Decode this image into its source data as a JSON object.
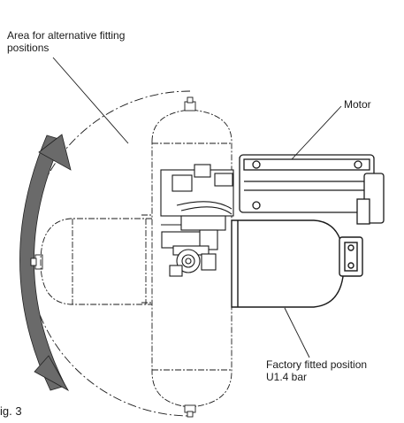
{
  "labels": {
    "alternative_area_line1": "Area for alternative fitting",
    "alternative_area_line2": "positions",
    "motor": "Motor",
    "factory_line1": "Factory fitted position",
    "factory_line2": "U1.4 bar",
    "figure": "ig. 3"
  },
  "colors": {
    "line": "#1a1a1a",
    "arrow_fill": "#6a6a6a",
    "arrow_stroke": "#222222"
  }
}
